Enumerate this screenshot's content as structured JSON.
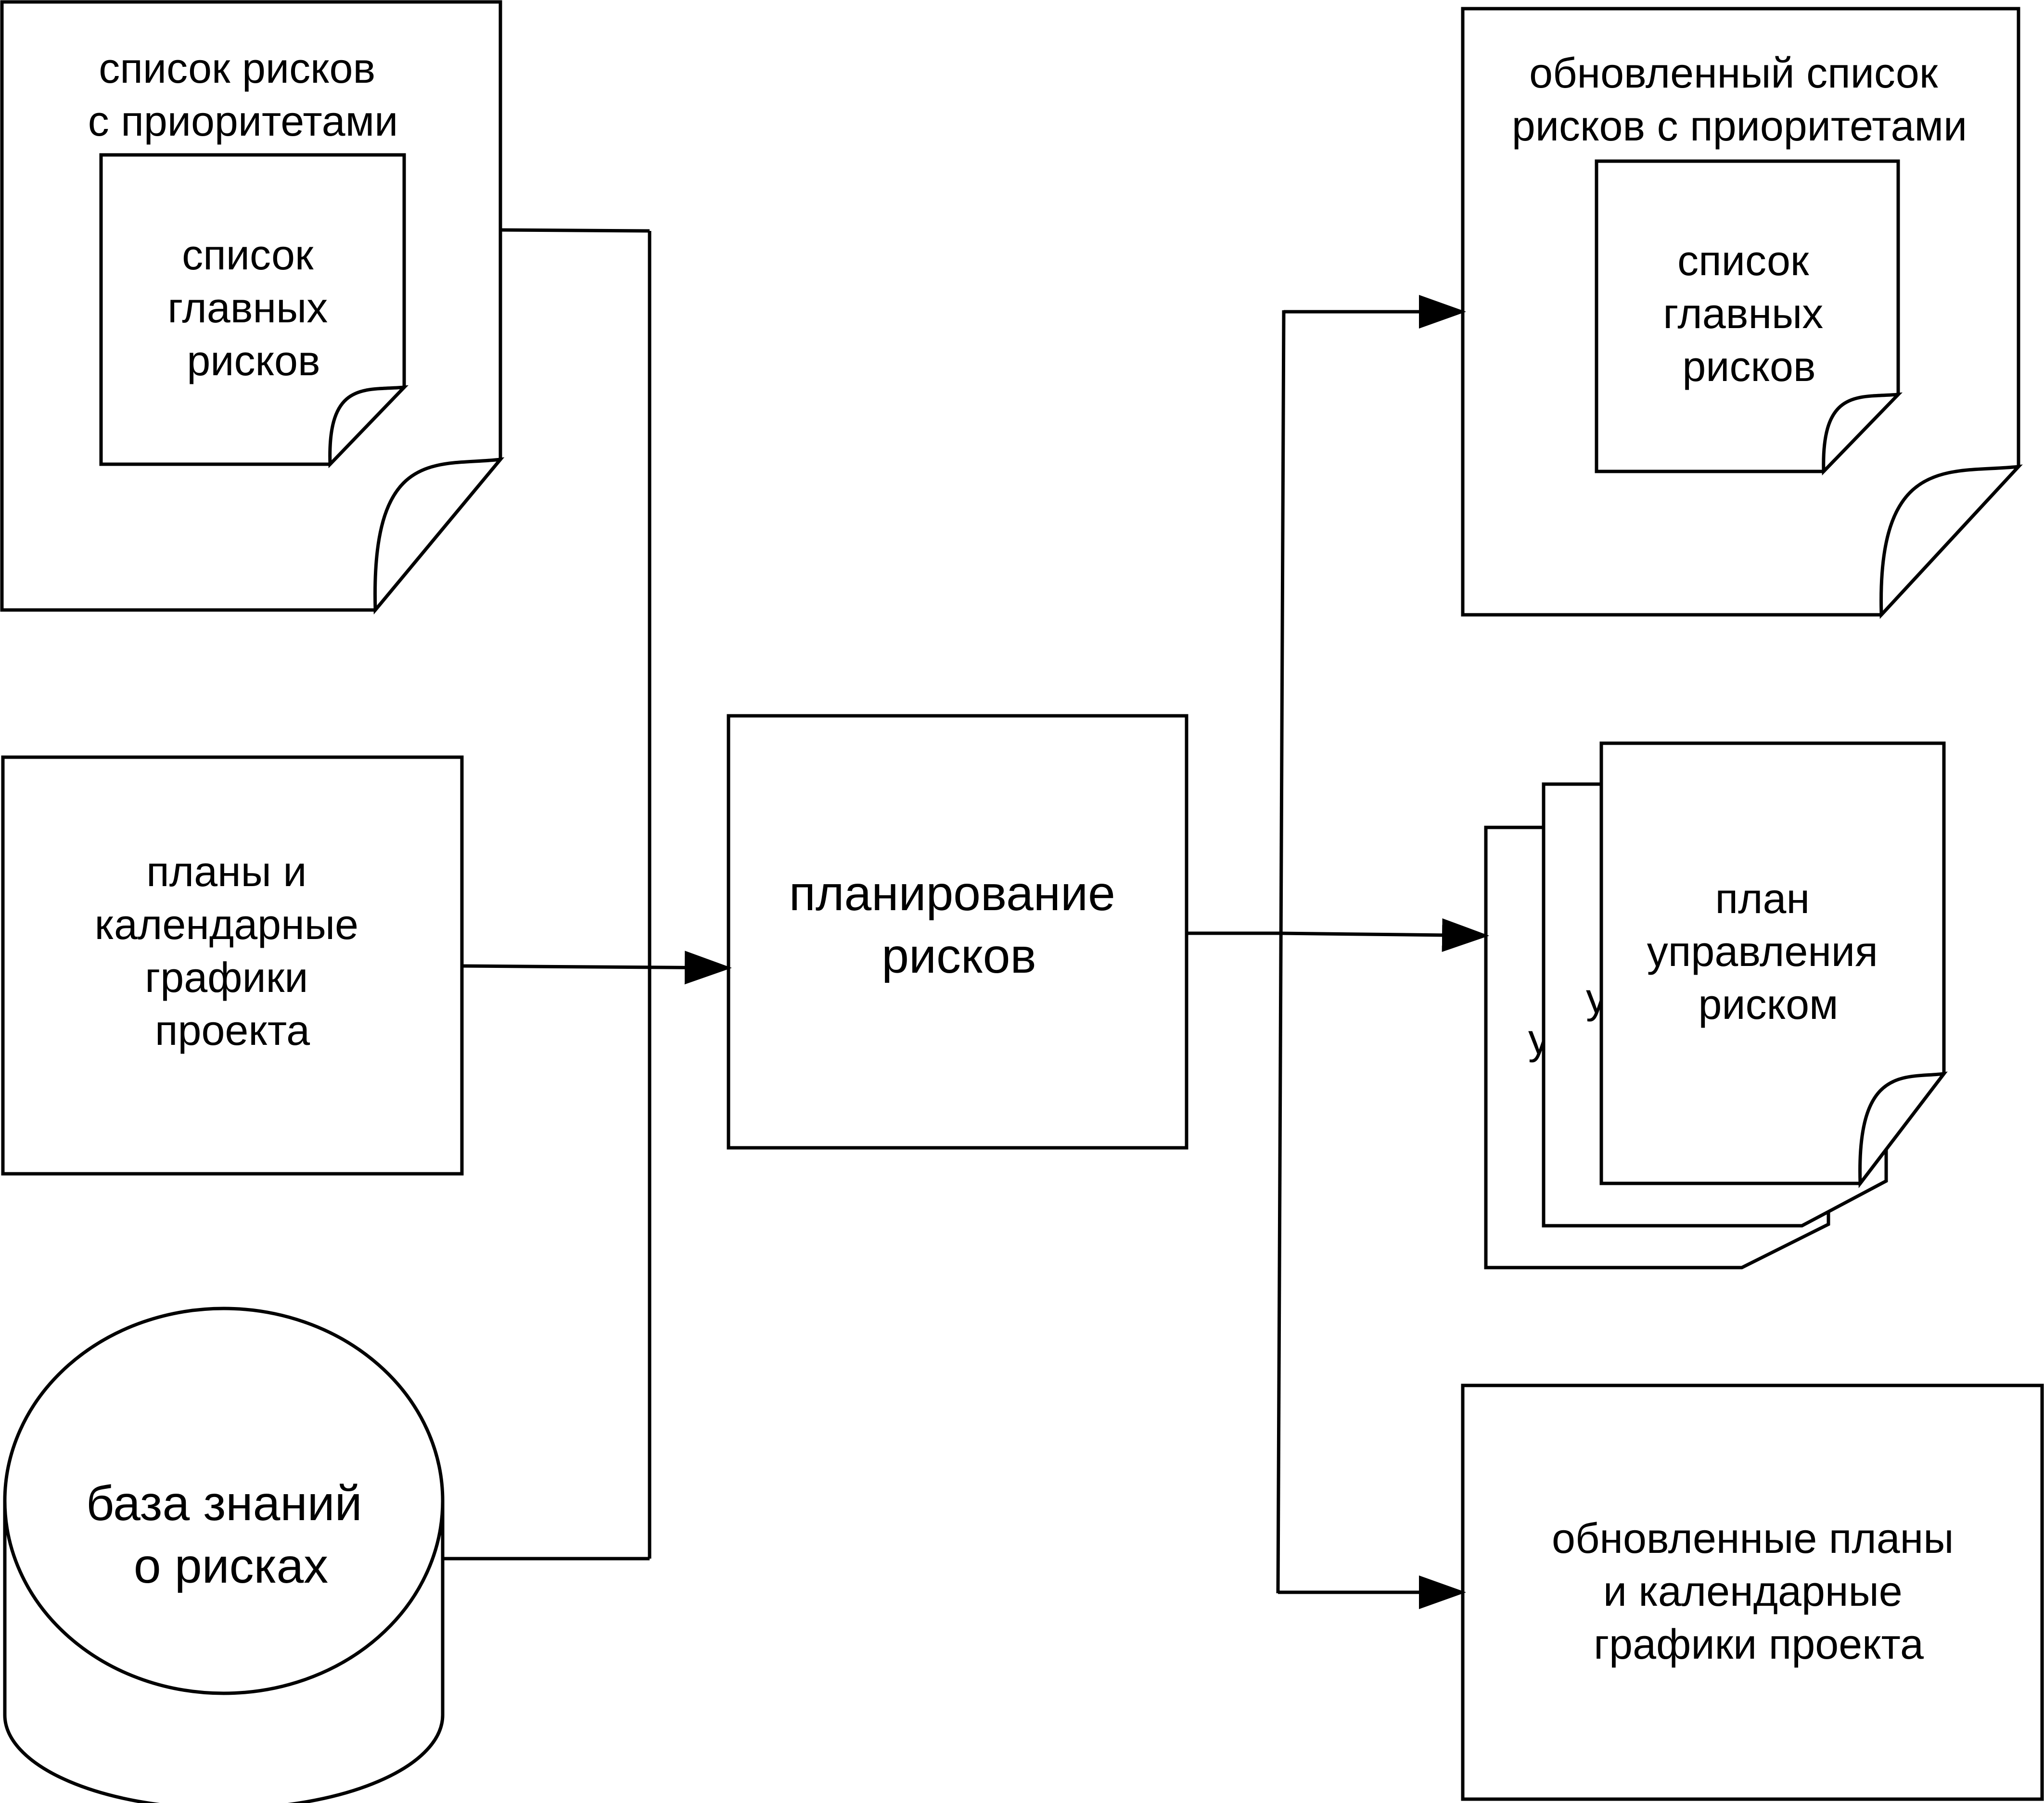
{
  "diagram": {
    "inputs": {
      "prioritized_list": {
        "lines": [
          "список рисков",
          "с приоритетами"
        ],
        "inner": {
          "lines": [
            "список",
            "главных",
            "рисков"
          ]
        }
      },
      "project_plans": {
        "lines": [
          "планы и",
          "календарные",
          "графики",
          "проекта"
        ]
      },
      "knowledge_base": {
        "lines": [
          "база знаний",
          "о рисках"
        ]
      }
    },
    "process": {
      "lines": [
        "планирование",
        "рисков"
      ]
    },
    "outputs": {
      "updated_list": {
        "lines": [
          "обновленный список",
          "рисков с приоритетами"
        ],
        "inner": {
          "lines": [
            "список",
            "главных",
            "рисков"
          ]
        }
      },
      "risk_plan_stack": {
        "lines": [
          "план",
          "управления",
          "риском"
        ],
        "peek_back": "у",
        "peek_mid": "у"
      },
      "updated_plans": {
        "lines": [
          "обновленные планы",
          "и календарные",
          "графики проекта"
        ]
      }
    },
    "colors": {
      "stroke": "#000000",
      "fill": "#ffffff"
    }
  }
}
